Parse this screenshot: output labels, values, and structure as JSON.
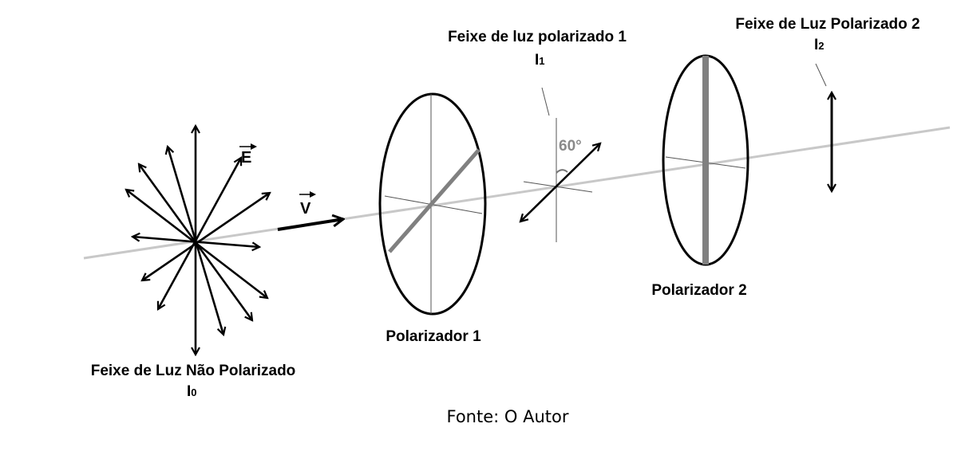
{
  "labels": {
    "unpolarized": "Feixe de Luz Não Polarizado",
    "i0_base": "I",
    "i0_sub": "0",
    "polarizer1": "Polarizador 1",
    "beam1": "Feixe de luz polarizado 1",
    "i1_base": "I",
    "i1_sub": "1",
    "angle": "60°",
    "polarizer2": "Polarizador 2",
    "beam2": "Feixe de Luz Polarizado 2",
    "i2_base": "I",
    "i2_sub": "2",
    "e_vector": "E",
    "v_vector": "V"
  },
  "caption": "Fonte: O Autor",
  "colors": {
    "axis": "#c8c8c8",
    "polarizer_axis": "#808080",
    "ink": "#000000",
    "thin_line": "#555555"
  }
}
